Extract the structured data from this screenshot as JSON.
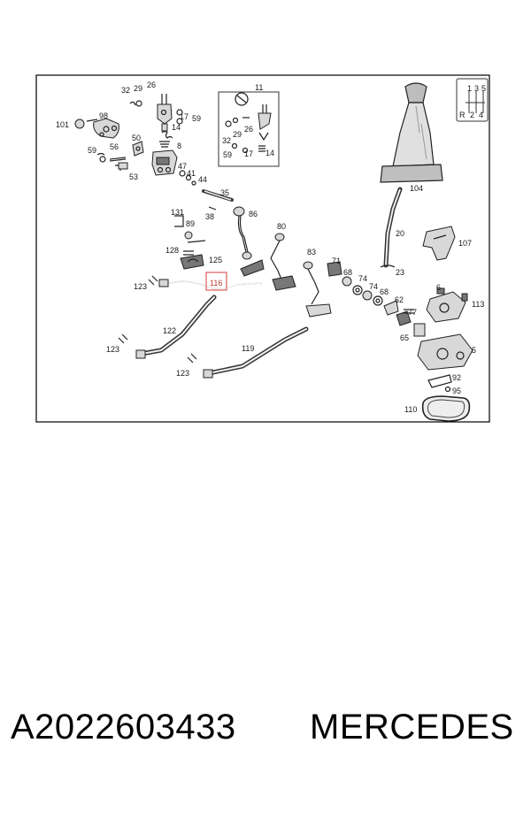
{
  "diagram": {
    "labels": {
      "l101": "101",
      "l98": "98",
      "l32a": "32",
      "l29a": "29",
      "l26a": "26",
      "l14a": "14",
      "l17a": "17",
      "l59a": "59",
      "l11": "11",
      "l32b": "32",
      "l29b": "29",
      "l26b": "26",
      "l59b": "59",
      "l17b": "17",
      "l14b": "14",
      "l50": "50",
      "l8": "8",
      "l59c": "59",
      "l56": "56",
      "l53": "53",
      "l47": "47",
      "l41": "41",
      "l44": "44",
      "l35": "35",
      "l38": "38",
      "l131": "131",
      "l86": "86",
      "l89": "89",
      "l128": "128",
      "l125": "125",
      "l80": "80",
      "l83": "83",
      "l71": "71",
      "l68a": "68",
      "l74a": "74",
      "l74b": "74",
      "l68b": "68",
      "l62": "62",
      "l77": "77",
      "l65": "65",
      "l6": "6",
      "l113": "113",
      "l5": "5",
      "l92": "92",
      "l95": "95",
      "l110": "110",
      "l104": "104",
      "l20": "20",
      "l23": "23",
      "l107": "107",
      "l116": "116",
      "l123a": "123",
      "l123b": "123",
      "l123c": "123",
      "l122": "122",
      "l119": "119"
    },
    "shift_pattern": [
      "1",
      "3",
      "5",
      "R",
      "2",
      "4"
    ]
  },
  "caption": {
    "part_number": "A2022603433",
    "brand": "MERCEDES"
  },
  "colors": {
    "highlight": "#e05a5a",
    "frame": "#000000",
    "ink": "#222222"
  }
}
